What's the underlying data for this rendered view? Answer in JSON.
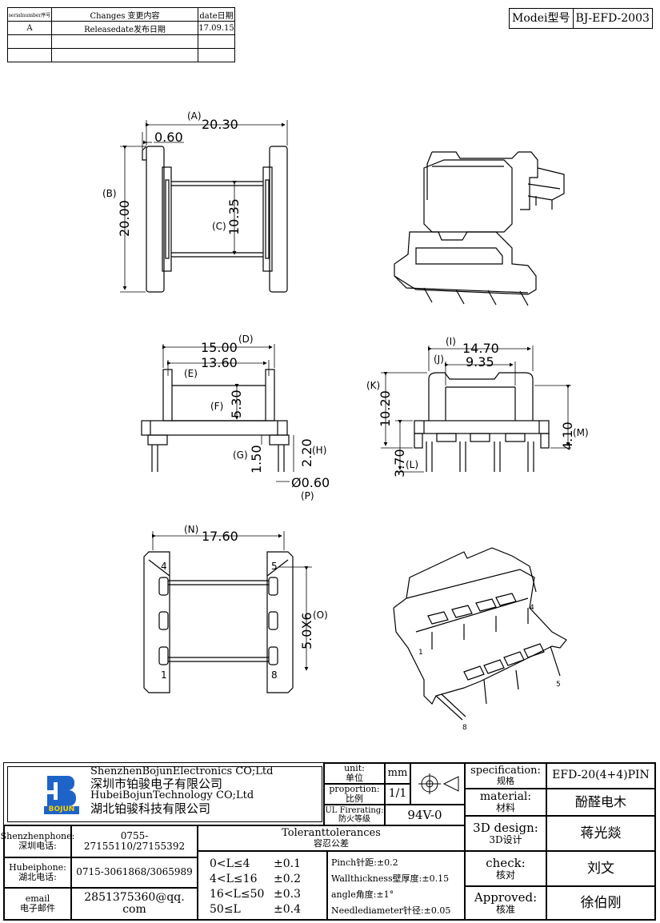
{
  "revision": {
    "headers": [
      "serialnumber序号",
      "Changes 变更内容",
      "date日期"
    ],
    "rows": [
      [
        "A",
        "Releasedate发布日期",
        "17.09.15"
      ],
      [
        "",
        "",
        ""
      ],
      [
        "",
        "",
        ""
      ]
    ]
  },
  "model": {
    "label": "Modei型号",
    "value": "BJ-EFD-2003"
  },
  "dims": {
    "A": "(A)",
    "A_val": "20.30",
    "top_small": "0.60",
    "B": "(B)",
    "B_val": "20.00",
    "C": "(C)",
    "C_val": "10.35",
    "D": "(D)",
    "D_val": "15.00",
    "E": "(E)",
    "E_val": "13.60",
    "F": "(F)",
    "F_val": "5.30",
    "G": "(G)",
    "G_val": "1.50",
    "H": "(H)",
    "H_val": "2.20",
    "P_val": "Ø0.60",
    "P": "(P)",
    "I": "(I)",
    "I_val": "14.70",
    "J": "(J)",
    "J_val": "9.35",
    "K": "(K)",
    "K_val": "10.20",
    "L": "(L)",
    "L_val": "3.70",
    "M": "(M)",
    "M_val": "4.10",
    "N": "(N)",
    "N_val": "17.60",
    "O": "(O)",
    "O_val": "5.0X6",
    "pin4": "4",
    "pin5": "5",
    "pin1": "1",
    "pin8": "8",
    "iso1": "1",
    "iso4": "4",
    "iso5": "5",
    "iso8": "8"
  },
  "company": {
    "en1": "ShenzhenBojunElectronics CO;Ltd",
    "cn1": "深圳市铂骏电子有限公司",
    "en2": "HubeiBojunTechnology CO;Ltd",
    "cn2": "湖北铂骏科技有限公司",
    "logo": "BOJUN"
  },
  "unit": {
    "label": "unit:",
    "label_cn": "单位",
    "value": "mm"
  },
  "proportion": {
    "label": "proportion:",
    "label_cn": "比例",
    "value": "1/1"
  },
  "fire": {
    "label": "UL Firerating:",
    "label_cn": "防火等级",
    "value": "94V-0"
  },
  "spec": {
    "label": "specification:",
    "label_cn": "规格",
    "value": "EFD-20(4+4)PIN"
  },
  "material": {
    "label": "material:",
    "label_cn": "材料",
    "value": "酚醛电木"
  },
  "design3d": {
    "label": "3D design:",
    "label_cn": "3D设计",
    "value": "蒋光燚"
  },
  "check": {
    "label": "check:",
    "label_cn": "核对",
    "value": "刘文"
  },
  "approved": {
    "label": "Approved:",
    "label_cn": "核准",
    "value": "徐伯刚"
  },
  "contacts": [
    {
      "label": "Shenzhenphone:",
      "label_cn": "深圳电话:",
      "value": "0755-27155110/27155392"
    },
    {
      "label": "Hubeiphone:",
      "label_cn": "湖北电话:",
      "value": "0715-3061868/3065989"
    },
    {
      "label": "email",
      "label_cn": "电子邮件",
      "value": "2851375360@qq. com"
    }
  ],
  "tolerance": {
    "title": "Toleranttolerances",
    "title_cn": "容忍公差",
    "ranges": [
      {
        "range": "0<L≤4",
        "tol": "±0.1"
      },
      {
        "range": "4<L≤16",
        "tol": "±0.2"
      },
      {
        "range": "16<L≤50",
        "tol": "±0.3"
      },
      {
        "range": "50≤L",
        "tol": "±0.4"
      }
    ],
    "notes": [
      "Pinch针距:±0.2",
      "Wallthickness壁厚度:±0.15",
      "angle角度:±1°",
      "Needlediameter针径:±0.05"
    ]
  }
}
